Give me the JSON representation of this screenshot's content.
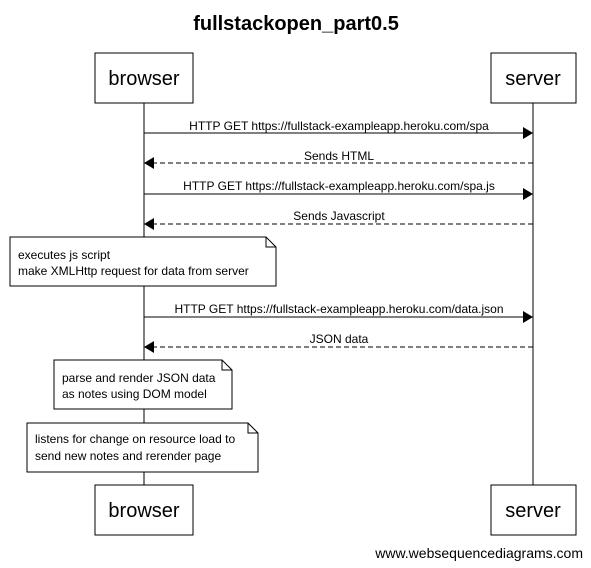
{
  "title": "fullstackopen_part0.5",
  "participants": {
    "browser": "browser",
    "server": "server"
  },
  "messages": [
    {
      "from": "browser",
      "to": "server",
      "text": "HTTP GET https://fullstack-exampleapp.heroku.com/spa",
      "style": "solid"
    },
    {
      "from": "server",
      "to": "browser",
      "text": "Sends HTML",
      "style": "dashed"
    },
    {
      "from": "browser",
      "to": "server",
      "text": "HTTP GET https://fullstack-exampleapp.heroku.com/spa.js",
      "style": "solid"
    },
    {
      "from": "server",
      "to": "browser",
      "text": "Sends Javascript",
      "style": "dashed"
    },
    {
      "from": "browser",
      "to": "server",
      "text": "HTTP GET https://fullstack-exampleapp.heroku.com/data.json",
      "style": "solid"
    },
    {
      "from": "server",
      "to": "browser",
      "text": "JSON data",
      "style": "dashed"
    }
  ],
  "notes": [
    {
      "over": "browser",
      "lines": [
        "executes js script",
        "make XMLHttp request for data from server"
      ]
    },
    {
      "over": "browser",
      "lines": [
        "parse and render JSON data",
        "as notes using DOM model"
      ]
    },
    {
      "over": "browser",
      "lines": [
        "listens for change on resource load to",
        "send new notes and rerender page"
      ]
    }
  ],
  "footer": "www.websequencediagrams.com"
}
